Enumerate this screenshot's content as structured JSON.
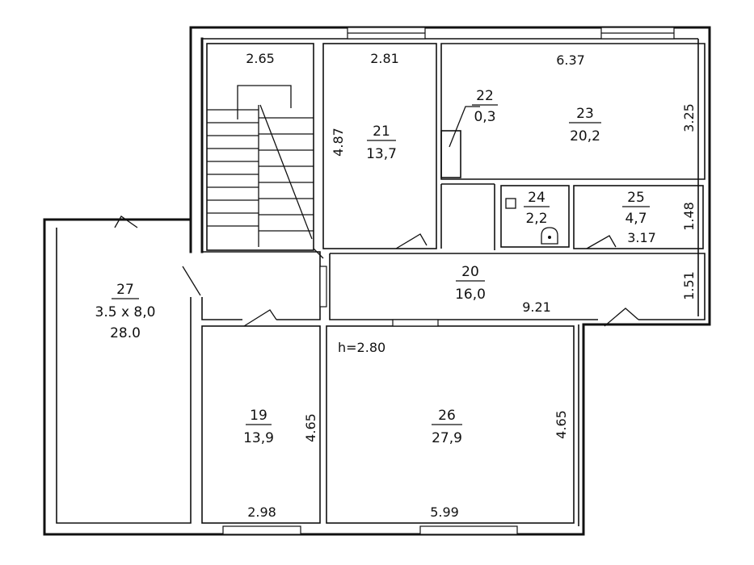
{
  "floor": {
    "height_note": "h=2.80"
  },
  "rooms": [
    {
      "id": "19",
      "area": "13,9"
    },
    {
      "id": "20",
      "area": "16,0"
    },
    {
      "id": "21",
      "area": "13,7"
    },
    {
      "id": "22",
      "area": "0,3"
    },
    {
      "id": "23",
      "area": "20,2"
    },
    {
      "id": "24",
      "area": "2,2"
    },
    {
      "id": "25",
      "area": "4,7"
    },
    {
      "id": "26",
      "area": "27,9"
    },
    {
      "id": "27",
      "size": "3.5 x 8,0",
      "area": "28.0"
    }
  ],
  "dimensions": {
    "stair_width": "2.65",
    "r21_width": "2.81",
    "r21_depth": "4.87",
    "r23_width": "6.37",
    "r23_depth": "3.25",
    "r25_width": "3.17",
    "r25_depth": "1.48",
    "r20_length": "9.21",
    "r20_depth": "1.51",
    "r19_width": "2.98",
    "r19_depth": "4.65",
    "r26_width": "5.99",
    "r26_depth": "4.65"
  }
}
